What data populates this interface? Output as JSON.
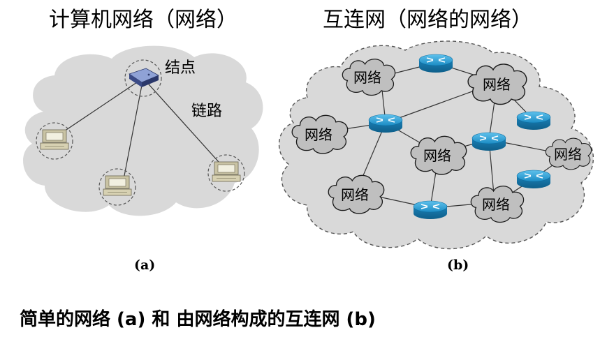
{
  "left_panel": {
    "title": "计算机网络（网络）",
    "node_label": "结点",
    "link_label": "链路",
    "sublabel": "(a)"
  },
  "right_panel": {
    "title": "互连网（网络的网络）",
    "network_label": "网络",
    "sublabel": "(b)"
  },
  "caption": "简单的网络 (a) 和 由网络构成的互连网 (b)",
  "colors": {
    "cloud_fill": "#d9d9d9",
    "small_cloud_fill": "#bfbfbf",
    "router": "#1f8fc6",
    "dash": "#555555"
  }
}
